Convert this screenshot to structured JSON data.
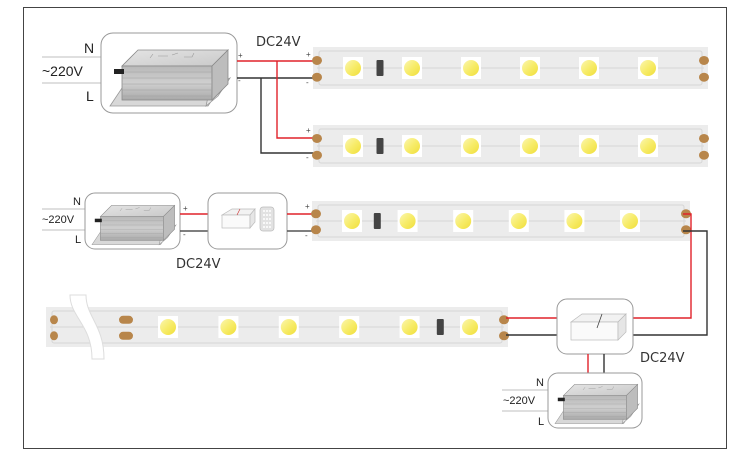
{
  "diagram": {
    "title": "LED strip wiring diagram",
    "colors": {
      "positive_wire": "#e0222a",
      "negative_wire": "#333333",
      "ac_wire": "#cccccc",
      "strip": "#ececec",
      "strip_trace": "#d6d6d6",
      "led": "#f7ec6a",
      "pad": "#b8864b",
      "resistor": "#444444",
      "frame": "#444444"
    },
    "diagrams": [
      {
        "id": "parallel",
        "ac_labels": {
          "n": "N",
          "voltage": "~220V",
          "l": "L"
        },
        "dc_label": "DC24V",
        "power_supply": {
          "icon": "power-supply-icon"
        },
        "polarity": {
          "plus": "+",
          "minus": "-"
        },
        "strips": [
          {
            "leds": 6,
            "resistors": 1
          },
          {
            "leds": 6,
            "resistors": 1
          }
        ]
      },
      {
        "id": "controller",
        "ac_labels": {
          "n": "N",
          "voltage": "~220V",
          "l": "L"
        },
        "dc_label": "DC24V",
        "power_supply": {
          "icon": "power-supply-icon"
        },
        "controller": {
          "icon": "controller-with-remote-icon"
        },
        "polarity": {
          "plus": "+",
          "minus": "-"
        },
        "strips": [
          {
            "leds": 6,
            "resistors": 1
          }
        ]
      },
      {
        "id": "amplifier",
        "ac_labels": {
          "n": "N",
          "voltage": "~220V",
          "l": "L"
        },
        "dc_label": "DC24V",
        "power_supply": {
          "icon": "power-supply-icon"
        },
        "amplifier": {
          "icon": "amplifier-icon"
        },
        "strips": [
          {
            "leds": 6,
            "resistors": 1,
            "cut": true
          }
        ]
      }
    ]
  }
}
